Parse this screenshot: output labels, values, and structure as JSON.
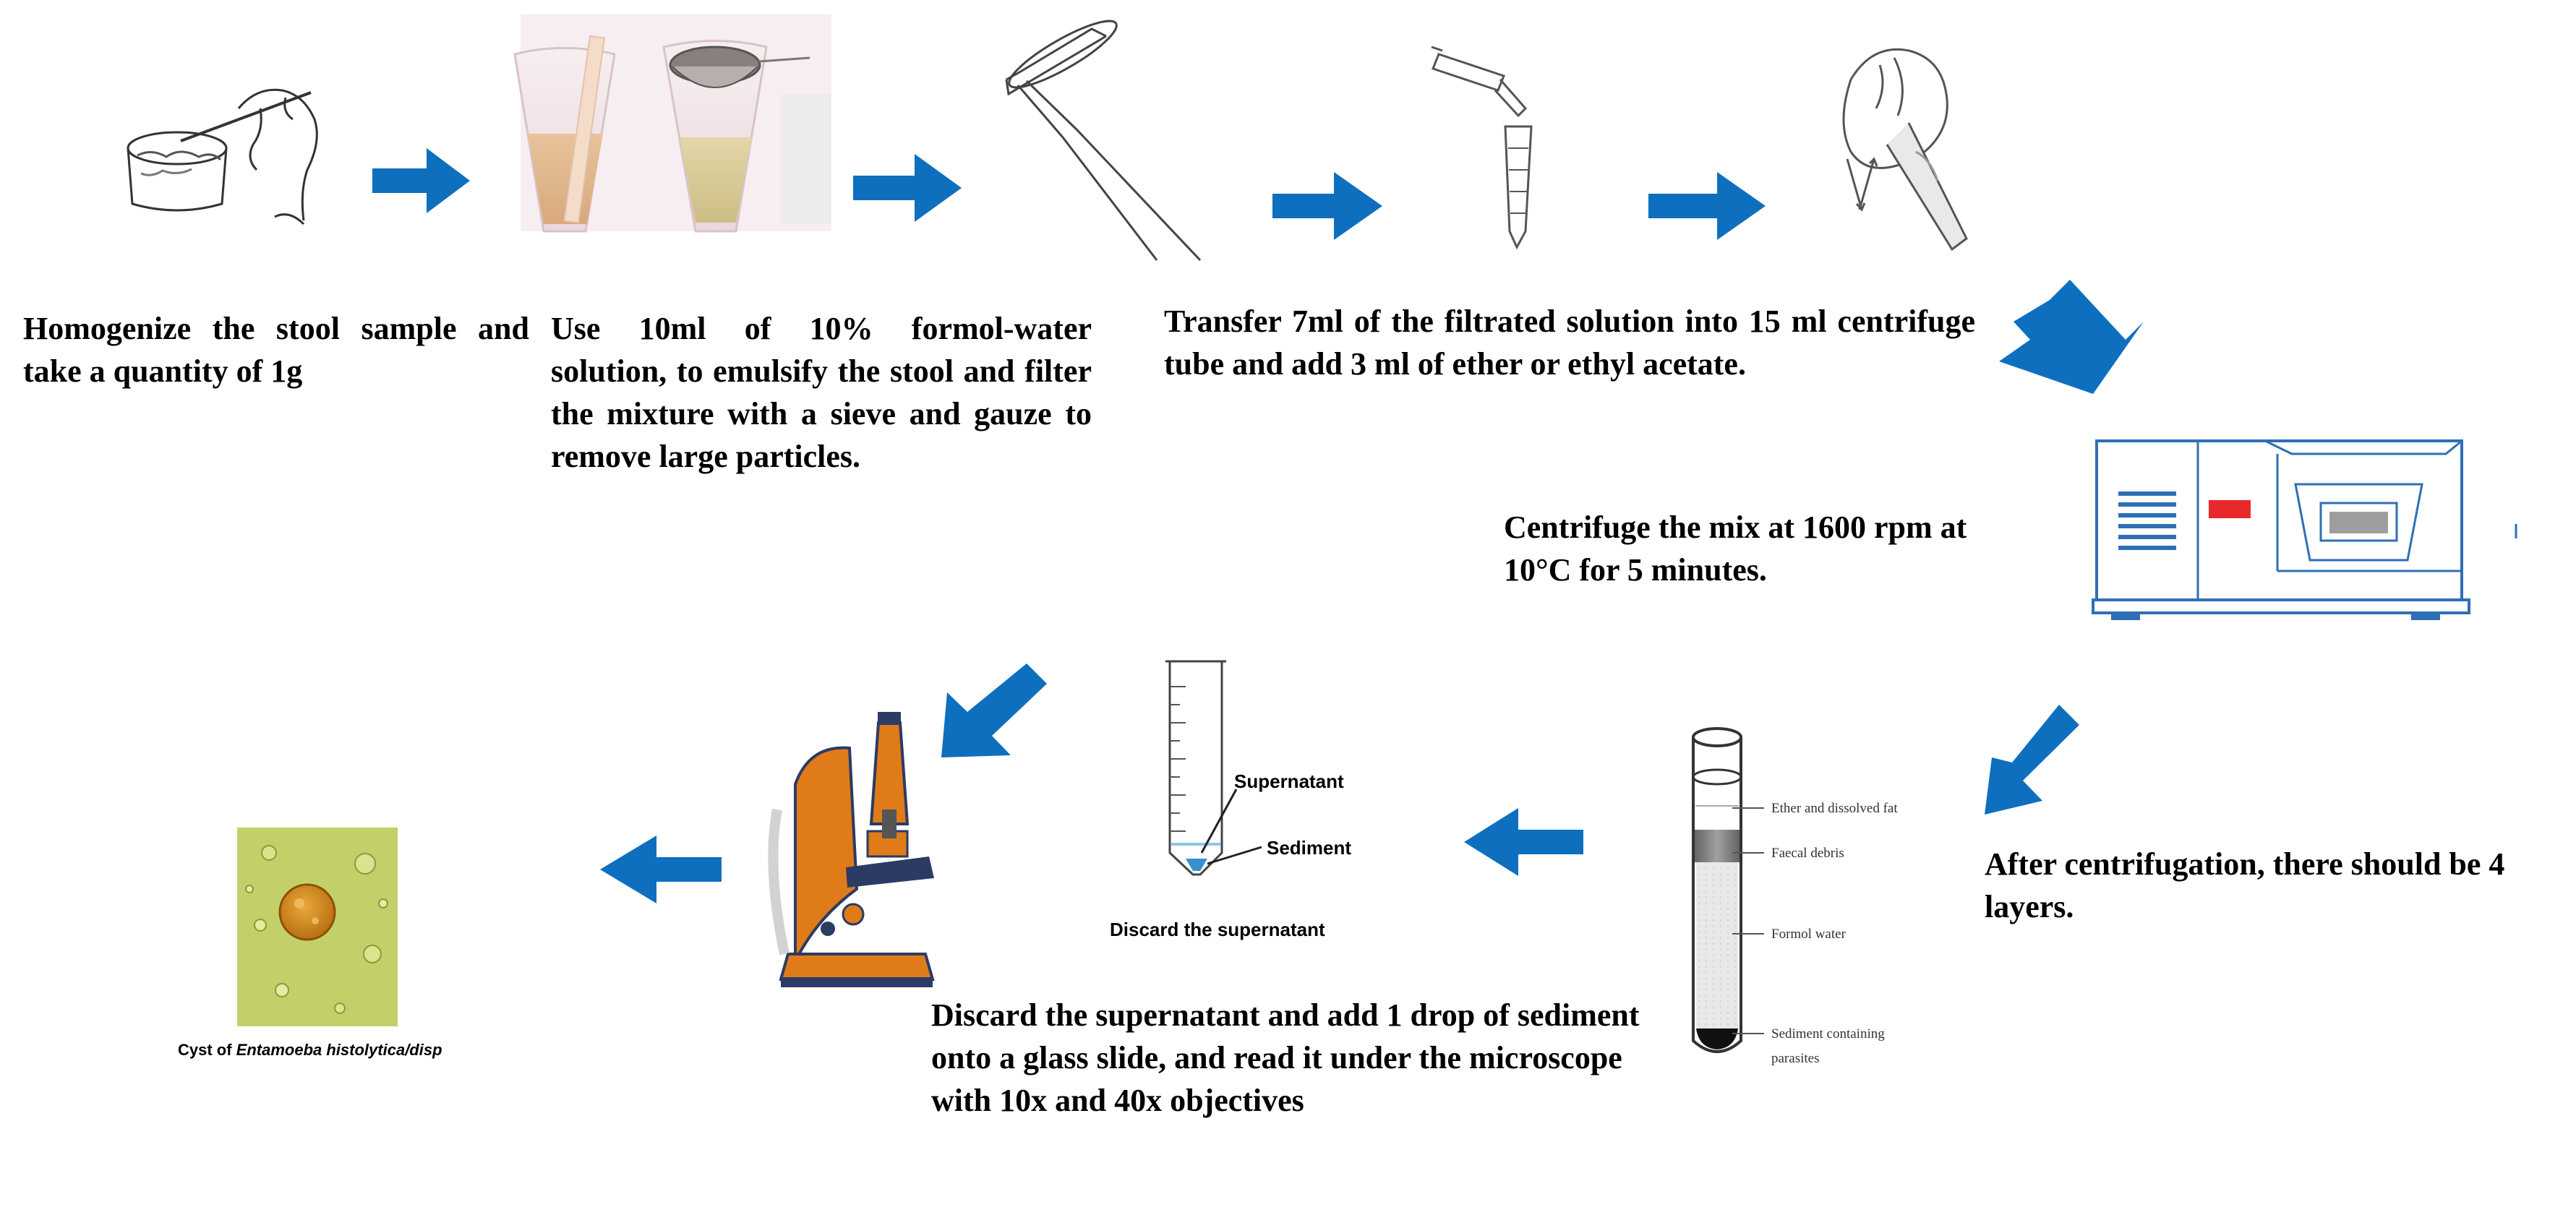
{
  "steps": {
    "homogenize": "Homogenize the stool sample and take a quantity of 1g",
    "emulsify": "Use 10ml of 10% formol-water solution, to emulsify the stool and filter the mixture with a sieve and gauze to remove large particles.",
    "transfer": "Transfer 7ml of the filtrated solution into 15 ml centrifuge tube and add 3 ml of ether or ethyl acetate.",
    "centrifuge": "Centrifuge the mix at 1600 rpm at 10°C for 5 minutes.",
    "layers": "After centrifugation, there should be 4 layers.",
    "read": "Discard the supernatant and add 1 drop of sediment onto a glass slide, and read it under the microscope with 10x and 40x objectives"
  },
  "tube_layers": {
    "ether": "Ether and dissolved fat",
    "debris": "Faecal debris",
    "formol": "Formol water",
    "sediment_line1": "Sediment containing",
    "sediment_line2": "parasites"
  },
  "discard_figure": {
    "supernatant": "Supernatant",
    "sediment": "Sediment",
    "caption": "Discard the supernatant"
  },
  "cyst_caption": {
    "prefix": "Cyst of ",
    "species": "Entamoeba histolytica/disp"
  },
  "colors": {
    "arrow": "#0E6FBF",
    "centrifuge_body": "#2E6FB5",
    "centrifuge_indicator": "#E8282A",
    "microscope_orange": "#E07B1A",
    "microscope_dark": "#2B3B63",
    "cyst_background": "#B9C85A",
    "cyst_body": "#D98A1A"
  }
}
